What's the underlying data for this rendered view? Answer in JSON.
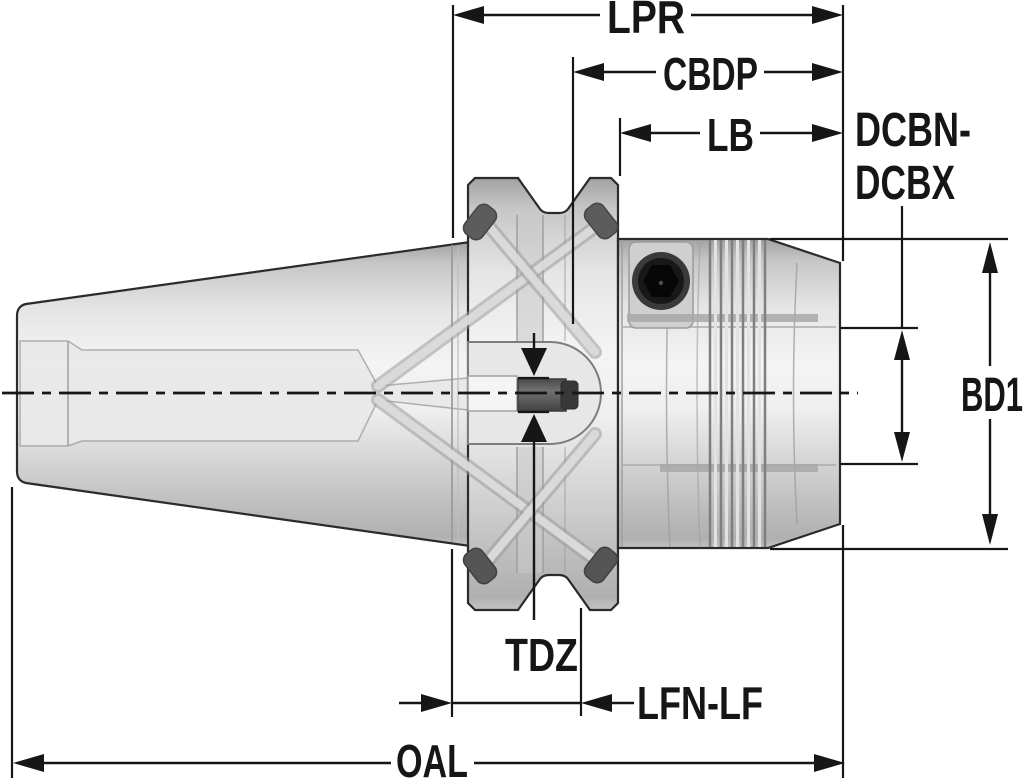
{
  "drawing": {
    "title": "Tool holder dimensional drawing (side view)",
    "background": "#ffffff",
    "colors": {
      "outline": "#2b2b2b",
      "dimension_lines": "#161616",
      "metal_light": "#f3f3f3",
      "metal_mid": "#d9d9d9",
      "metal_dark": "#a6a6a6",
      "plug_dark": "#5c5c5c",
      "screw_dark": "#1c1c1c"
    }
  },
  "labels": {
    "lpr": "LPR",
    "cbdp": "CBDP",
    "lb": "LB",
    "dcbn_line1": "DCBN-",
    "dcbn_line2": "DCBX",
    "bd1": "BD1",
    "tdz": "TDZ",
    "lfn_lf": "LFN-LF",
    "oal": "OAL"
  }
}
